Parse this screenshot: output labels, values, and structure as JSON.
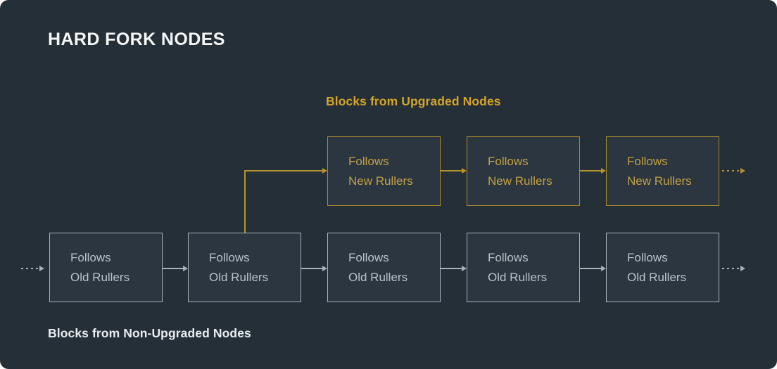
{
  "title": "HARD FORK NODES",
  "colors": {
    "background": "#242f38",
    "node_fill": "#2b3640",
    "gray_border": "#a7b1b8",
    "gray_text": "#bac2c8",
    "gold_border": "#aa8b2c",
    "gold_text": "#c3a144",
    "gold_label": "#d5a42b",
    "gold_line": "#b5922e",
    "title_color": "#f4f6f7",
    "label_light": "#eaeeef"
  },
  "upgraded": {
    "label": "Blocks from Upgraded Nodes",
    "nodes": [
      {
        "line1": "Follows",
        "line2": "New Rullers"
      },
      {
        "line1": "Follows",
        "line2": "New Rullers"
      },
      {
        "line1": "Follows",
        "line2": "New Rullers"
      }
    ]
  },
  "non_upgraded": {
    "label": "Blocks from Non-Upgraded Nodes",
    "nodes": [
      {
        "line1": "Follows",
        "line2": "Old Rullers"
      },
      {
        "line1": "Follows",
        "line2": "Old Rullers"
      },
      {
        "line1": "Follows",
        "line2": "Old Rullers"
      },
      {
        "line1": "Follows",
        "line2": "Old Rullers"
      },
      {
        "line1": "Follows",
        "line2": "Old Rullers"
      }
    ]
  }
}
